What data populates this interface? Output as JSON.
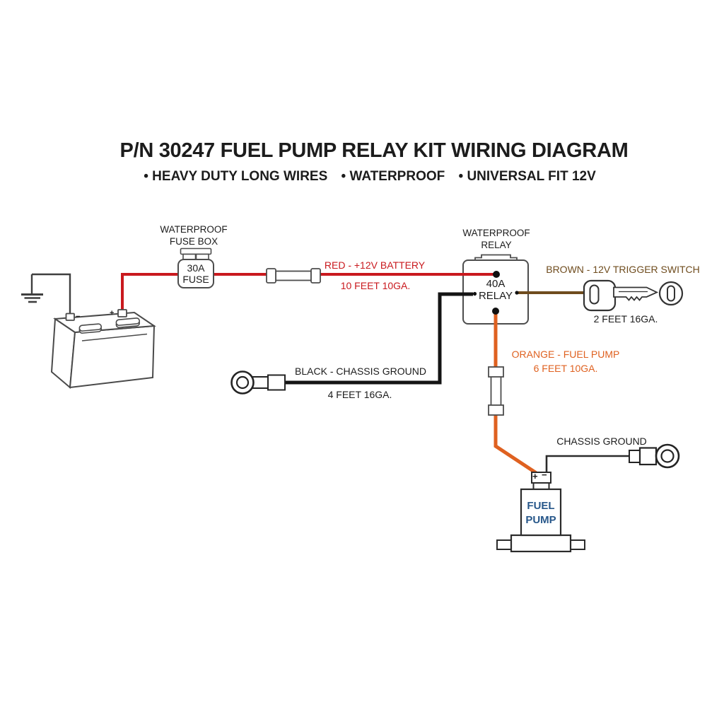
{
  "title": "P/N 30247 FUEL PUMP RELAY KIT WIRING DIAGRAM",
  "subtitle": {
    "items": [
      "• HEAVY DUTY LONG WIRES",
      "• WATERPROOF",
      "• UNIVERSAL FIT 12V"
    ]
  },
  "colors": {
    "red": "#c9191e",
    "orange": "#df6120",
    "brown": "#6f4c1e",
    "black_wire": "#141414",
    "gray_wire": "#3f3f3f",
    "pump_wire": "#2b2b2b",
    "blue": "#27578a",
    "text": "#1c1c1c"
  },
  "components": {
    "fuse_box": {
      "label": "WATERPROOF\nFUSE BOX",
      "value": "30A\nFUSE"
    },
    "relay": {
      "label": "WATERPROOF\nRELAY",
      "value": "40A\nRELAY"
    },
    "battery": {
      "positive_mark": "+",
      "negative_mark": "−"
    },
    "fuel_pump": {
      "label": "FUEL\nPUMP",
      "positive_mark": "+",
      "negative_mark": "−",
      "ground_label": "CHASSIS GROUND"
    }
  },
  "wires": {
    "red": {
      "label": "RED - +12V BATTERY",
      "length": "10 FEET 10GA."
    },
    "brown": {
      "label": "BROWN - 12V TRIGGER SWITCH",
      "length": "2 FEET 16GA."
    },
    "black": {
      "label": "BLACK - CHASSIS GROUND",
      "length": "4 FEET 16GA."
    },
    "orange": {
      "label": "ORANGE - FUEL PUMP",
      "length": "6 FEET 10GA."
    }
  }
}
